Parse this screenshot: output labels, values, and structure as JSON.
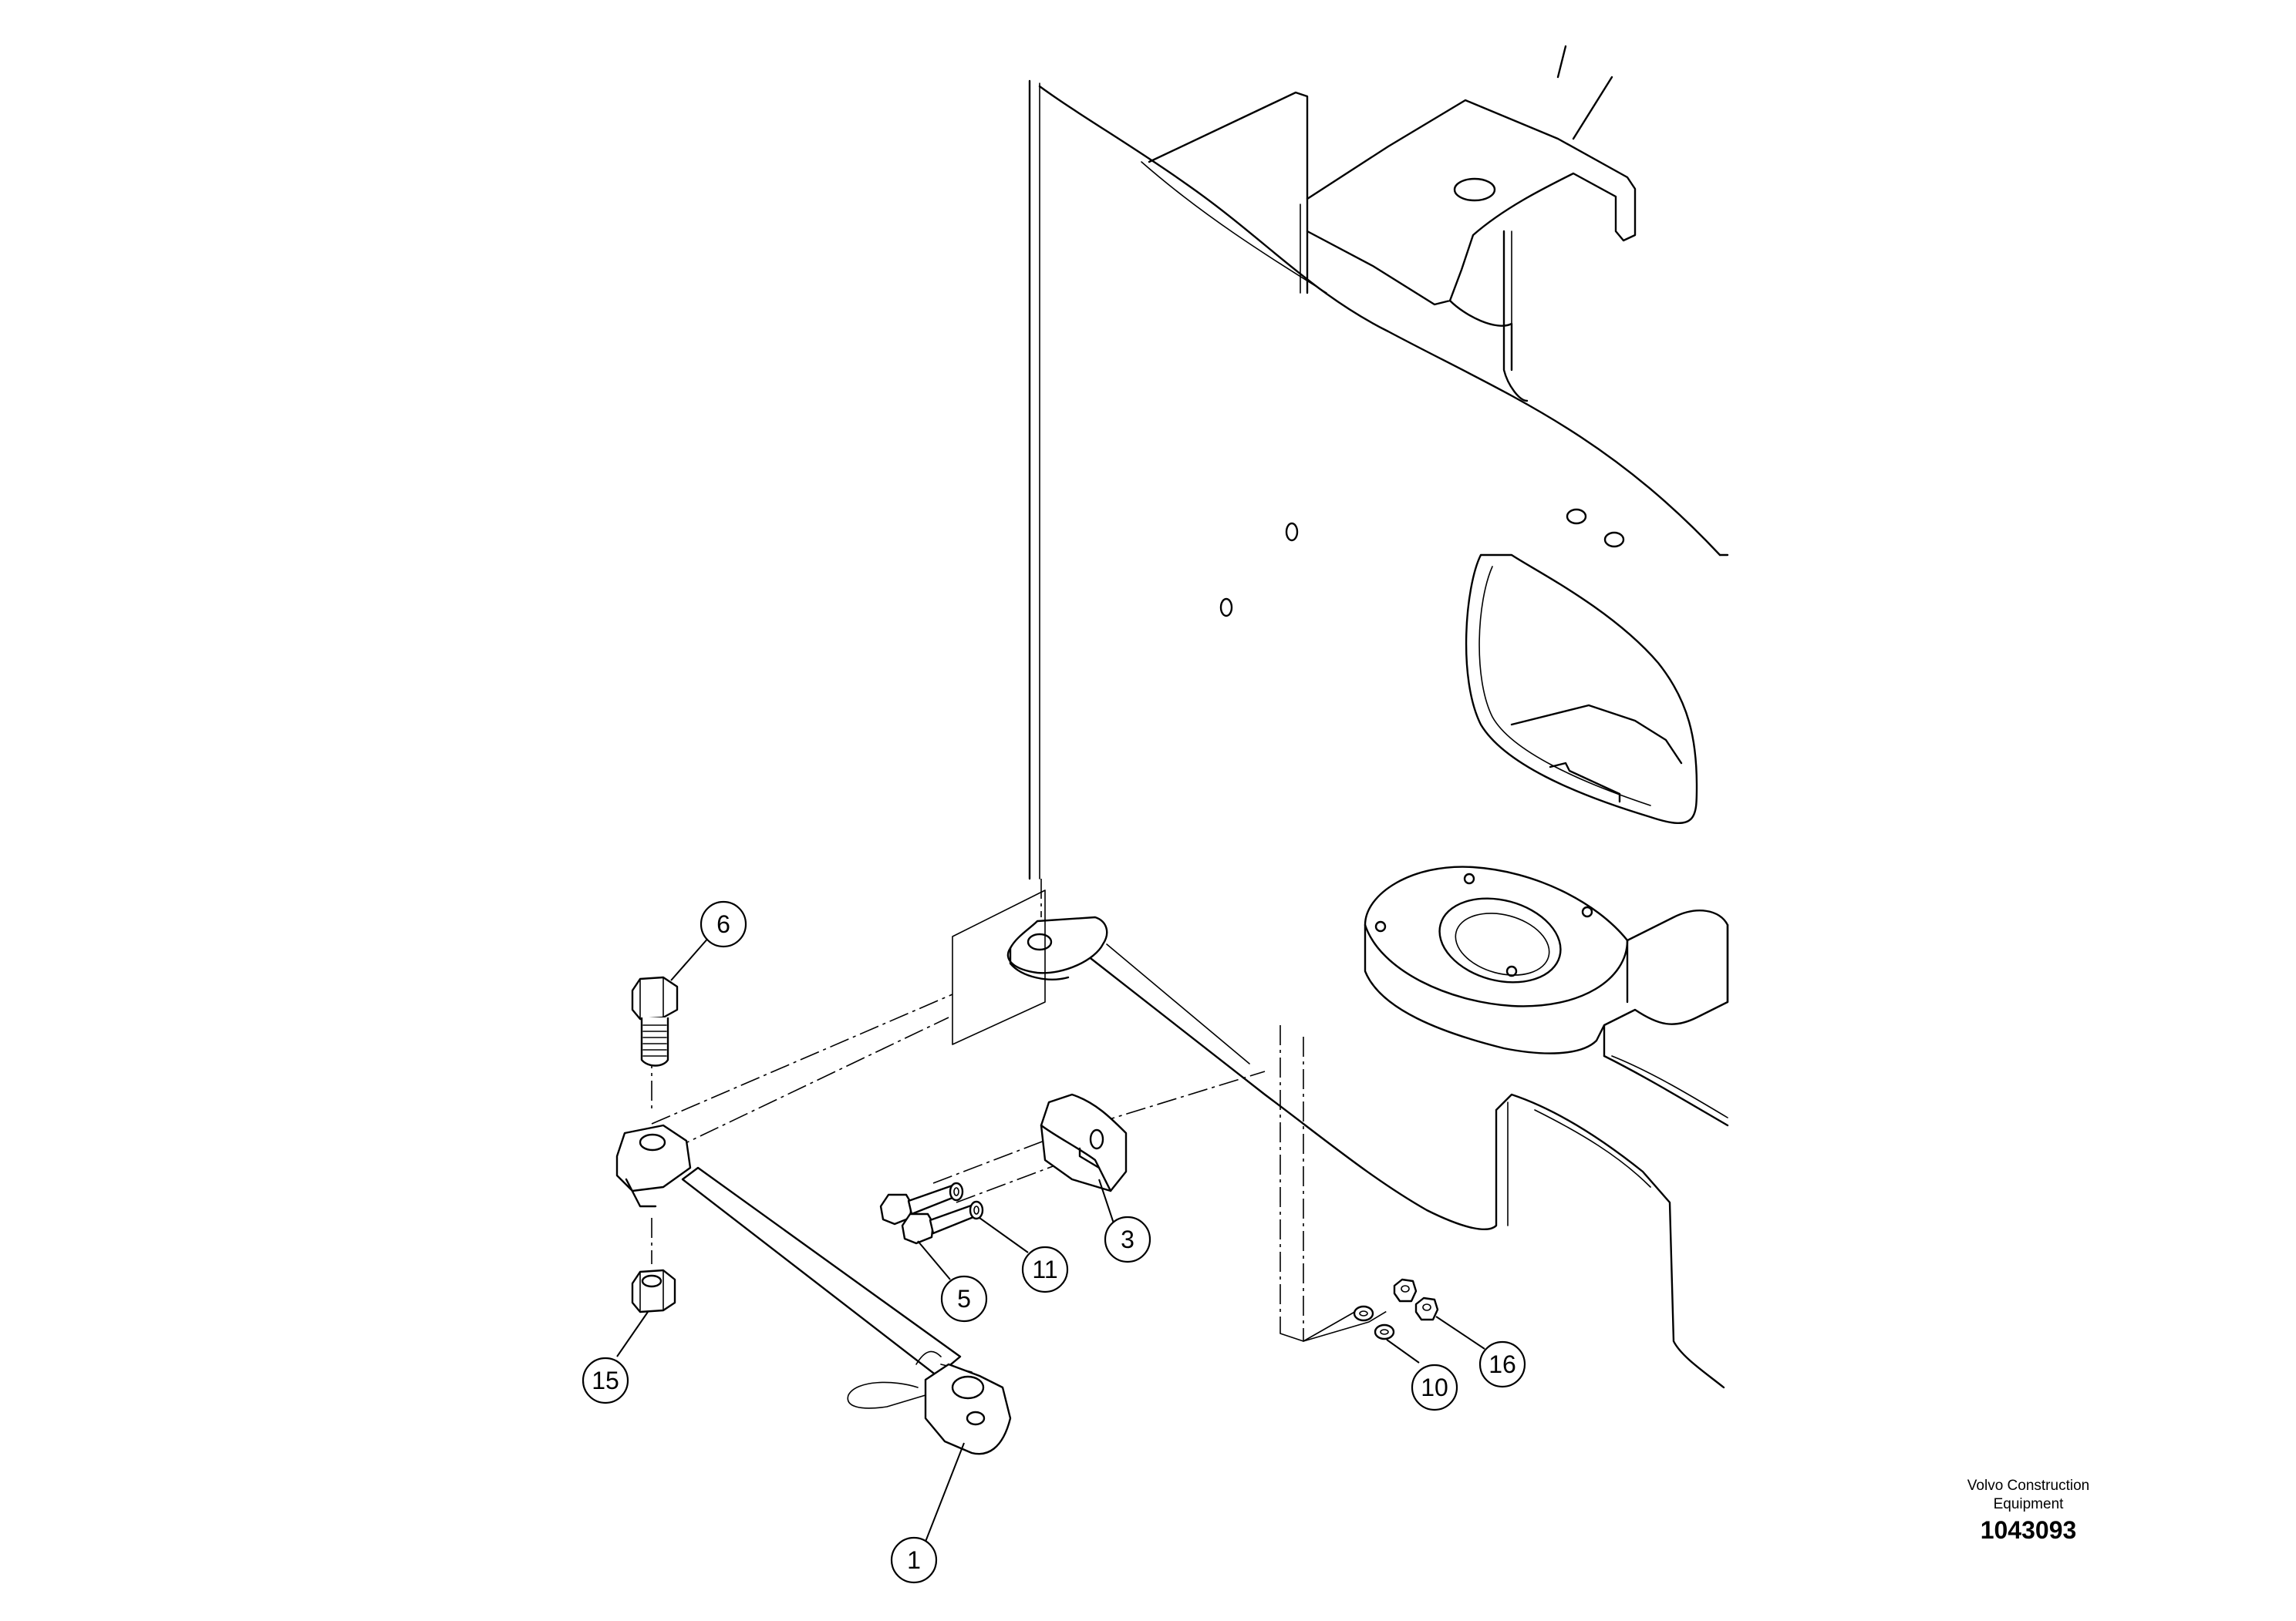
{
  "drawing": {
    "manufacturer": "Volvo Construction Equipment",
    "manufacturer_line1": "Volvo Construction",
    "manufacturer_line2": "Equipment",
    "number": "1043093"
  },
  "callouts": [
    {
      "id": "1",
      "label": "1",
      "part": "rod"
    },
    {
      "id": "3",
      "label": "3",
      "part": "bracket"
    },
    {
      "id": "5",
      "label": "5",
      "part": "bolt"
    },
    {
      "id": "6",
      "label": "6",
      "part": "screws"
    },
    {
      "id": "10",
      "label": "10",
      "part": "washers"
    },
    {
      "id": "11",
      "label": "11",
      "part": "washers"
    },
    {
      "id": "15",
      "label": "15",
      "part": "nut"
    },
    {
      "id": "16",
      "label": "16",
      "part": "nuts"
    }
  ]
}
